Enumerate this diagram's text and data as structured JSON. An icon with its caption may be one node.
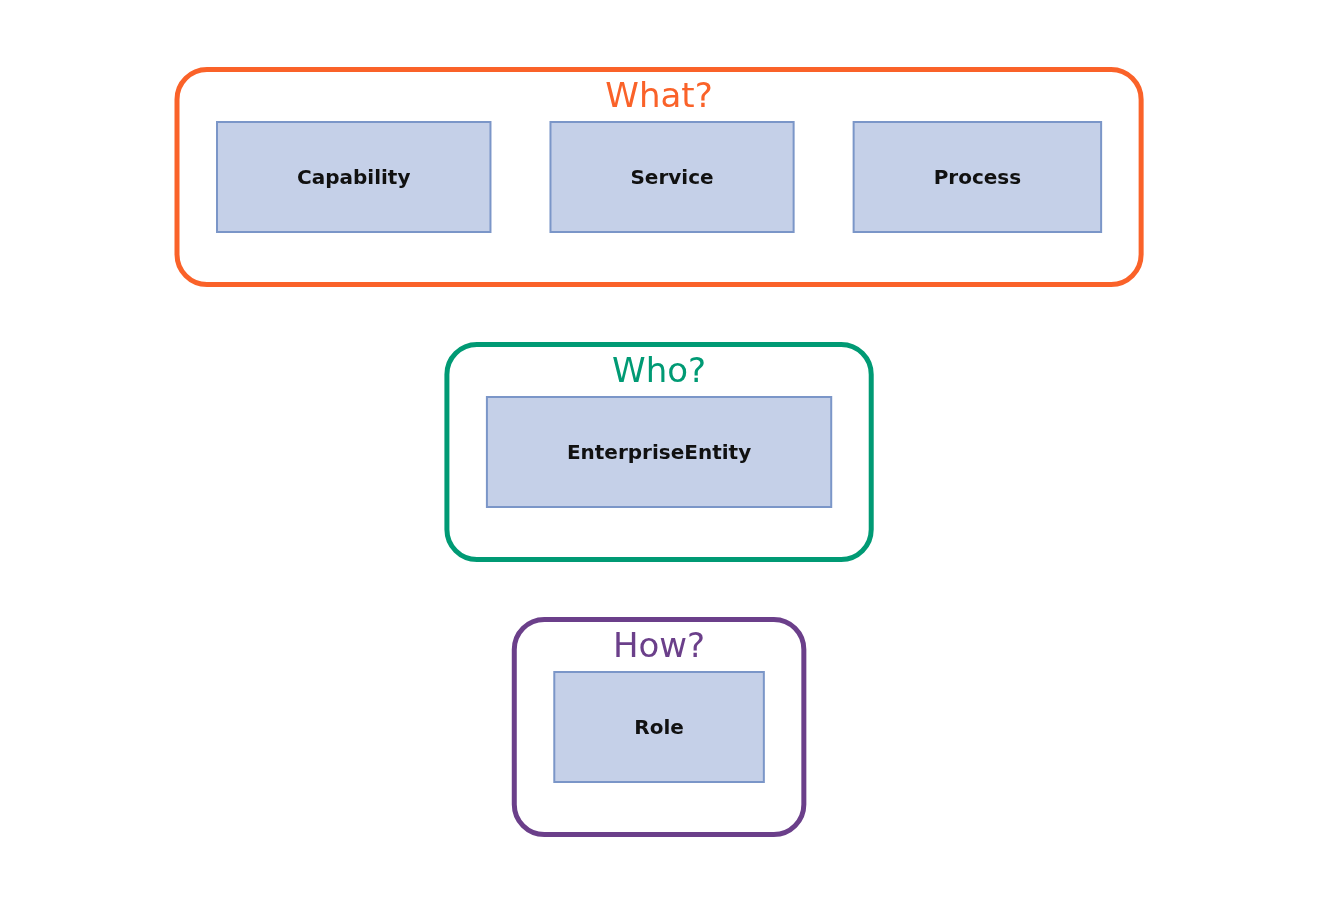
{
  "diagram": {
    "nodes": [
      {
        "text": [
          "How?"
        ]
      },
      {
        "text": [
          "Role"
        ],
        "in": 0
      },
      {
        "text": [
          "Who?"
        ]
      },
      {
        "text": [
          "EnterpriseEntity"
        ],
        "in": 2
      },
      {
        "text": [
          "What?"
        ]
      },
      {
        "text": [
          "Capability"
        ],
        "in": 4
      },
      {
        "text": [
          "Service"
        ],
        "in": 4
      },
      {
        "text": [
          "Process"
        ],
        "in": 4
      }
    ]
  }
}
